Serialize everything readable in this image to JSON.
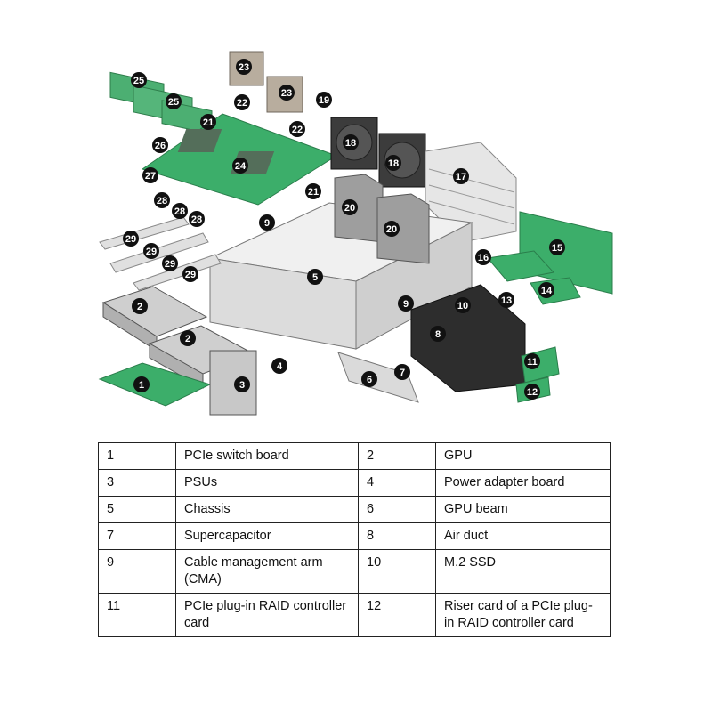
{
  "figure": {
    "callouts": [
      "1",
      "2",
      "2",
      "3",
      "4",
      "5",
      "6",
      "7",
      "8",
      "9",
      "9",
      "10",
      "11",
      "12",
      "13",
      "14",
      "15",
      "16",
      "17",
      "18",
      "18",
      "19",
      "20",
      "20",
      "21",
      "21",
      "22",
      "22",
      "23",
      "23",
      "24",
      "25",
      "25",
      "26",
      "27",
      "28",
      "28",
      "28",
      "29",
      "29",
      "29",
      "29"
    ]
  },
  "legend": {
    "rows": [
      [
        {
          "num": "1",
          "label": "PCIe switch board"
        },
        {
          "num": "2",
          "label": "GPU"
        }
      ],
      [
        {
          "num": "3",
          "label": "PSUs"
        },
        {
          "num": "4",
          "label": "Power adapter board"
        }
      ],
      [
        {
          "num": "5",
          "label": "Chassis"
        },
        {
          "num": "6",
          "label": "GPU beam"
        }
      ],
      [
        {
          "num": "7",
          "label": "Supercapacitor"
        },
        {
          "num": "8",
          "label": "Air duct"
        }
      ],
      [
        {
          "num": "9",
          "label": "Cable management arm (CMA)"
        },
        {
          "num": "10",
          "label": "M.2 SSD"
        }
      ],
      [
        {
          "num": "11",
          "label": "PCIe plug-in RAID controller card"
        },
        {
          "num": "12",
          "label": "Riser card of a PCIe plug-in RAID controller card"
        }
      ]
    ]
  }
}
